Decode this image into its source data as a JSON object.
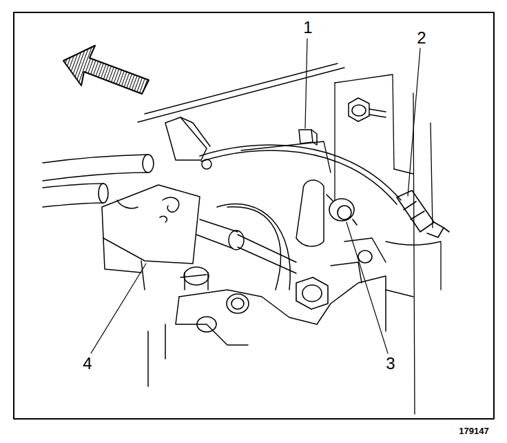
{
  "diagram": {
    "labels": [
      "1",
      "2",
      "3",
      "4",
      "179147"
    ]
  }
}
